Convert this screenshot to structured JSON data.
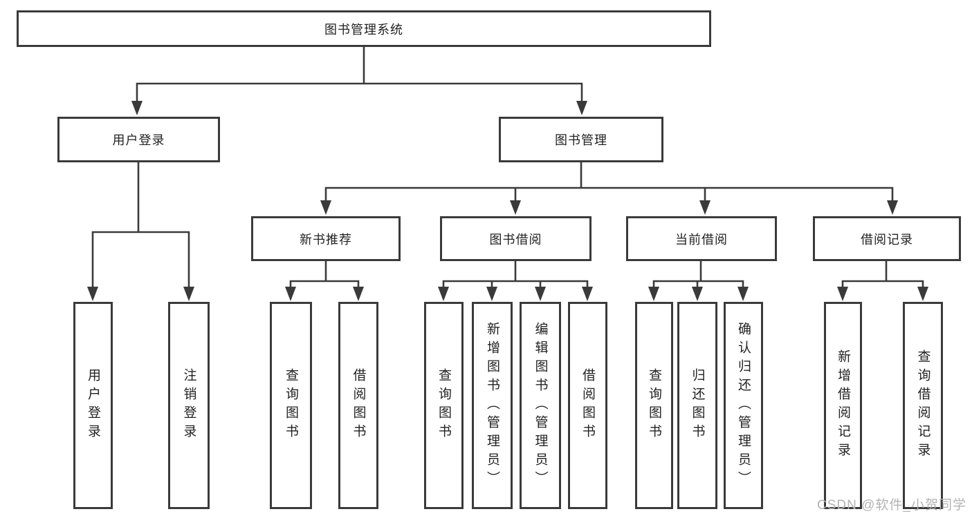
{
  "diagram": {
    "root": {
      "label": "图书管理系统"
    },
    "children": [
      {
        "label": "用户登录",
        "children": [
          {
            "label": "用户登录"
          },
          {
            "label": "注销登录"
          }
        ]
      },
      {
        "label": "图书管理",
        "children": [
          {
            "label": "新书推荐",
            "children": [
              {
                "label": "查询图书"
              },
              {
                "label": "借阅图书"
              }
            ]
          },
          {
            "label": "图书借阅",
            "children": [
              {
                "label": "查询图书"
              },
              {
                "label": "新增图书（管理员）"
              },
              {
                "label": "编辑图书（管理员）"
              },
              {
                "label": "借阅图书"
              }
            ]
          },
          {
            "label": "当前借阅",
            "children": [
              {
                "label": "查询图书"
              },
              {
                "label": "归还图书"
              },
              {
                "label": "确认归还（管理员）"
              }
            ]
          },
          {
            "label": "借阅记录",
            "children": [
              {
                "label": "新增借阅记录"
              },
              {
                "label": "查询借阅记录"
              }
            ]
          }
        ]
      }
    ]
  },
  "watermark": {
    "text": "CSDN @软件_小贺同学"
  },
  "colors": {
    "line": "#3a3a3a",
    "box_border": "#3a3a3a",
    "text": "#222222",
    "watermark_text": "#b3b3b3",
    "background": "#ffffff"
  }
}
